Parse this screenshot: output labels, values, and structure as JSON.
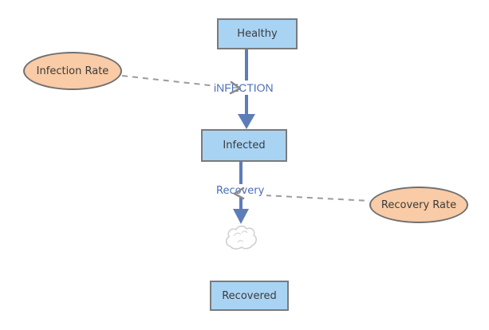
{
  "diagram": {
    "stocks": [
      {
        "id": "healthy",
        "label": "Healthy"
      },
      {
        "id": "infected",
        "label": "Infected"
      },
      {
        "id": "recovered",
        "label": "Recovered"
      }
    ],
    "variables": [
      {
        "id": "infection-rate",
        "label": "Infection Rate"
      },
      {
        "id": "recovery-rate",
        "label": "Recovery Rate"
      }
    ],
    "flows": [
      {
        "id": "infection",
        "label": "iNFECTION",
        "from": "Healthy",
        "to": "Infected"
      },
      {
        "id": "recovery",
        "label": "Recovery",
        "from": "Infected",
        "to": "cloud-sink"
      }
    ],
    "links": [
      {
        "from": "Infection Rate",
        "to": "iNFECTION flow"
      },
      {
        "from": "Recovery Rate",
        "to": "Recovery flow"
      }
    ],
    "colors": {
      "canvas_background": "#ffffff",
      "stock_fill": "#a9d3f3",
      "stock_border": "#7a7a7a",
      "variable_fill": "#f9cba6",
      "variable_border": "#707070",
      "flow_blue": "#5d7db9",
      "flow_label_blue": "#4a6eb4",
      "link_gray": "#9c9c9c",
      "cloud_gray": "#cdcdcd",
      "node_text": "#3b3b3b"
    }
  }
}
